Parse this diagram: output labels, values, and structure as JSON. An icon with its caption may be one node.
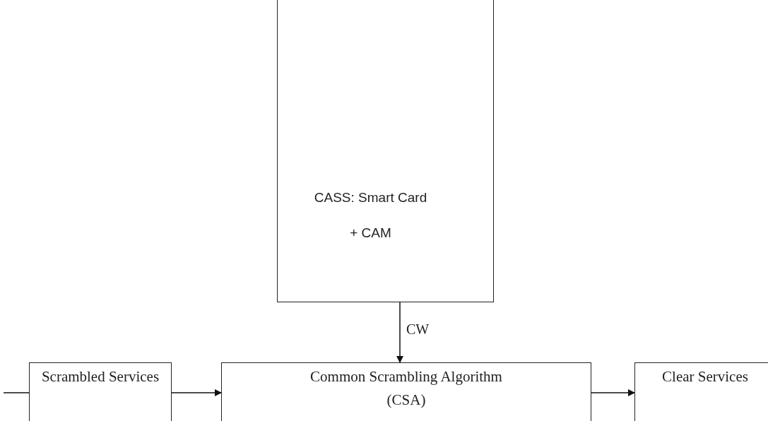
{
  "diagram": {
    "nodes": [
      {
        "text": [
          "CASS: Smart Card",
          "+ CAM"
        ]
      },
      {
        "text": [
          "Scrambled Services"
        ]
      },
      {
        "text": [
          "Common Scrambling Algorithm (CSA)"
        ]
      },
      {
        "text": [
          "Clear Services"
        ]
      }
    ],
    "edges": [
      {
        "from": null,
        "to": 1,
        "arrow": "none"
      },
      {
        "from": 1,
        "to": 2,
        "arrow": "to"
      },
      {
        "from": 0,
        "to": 2,
        "label": "CW",
        "arrow": "to"
      },
      {
        "from": 2,
        "to": 3,
        "arrow": "to"
      }
    ]
  }
}
